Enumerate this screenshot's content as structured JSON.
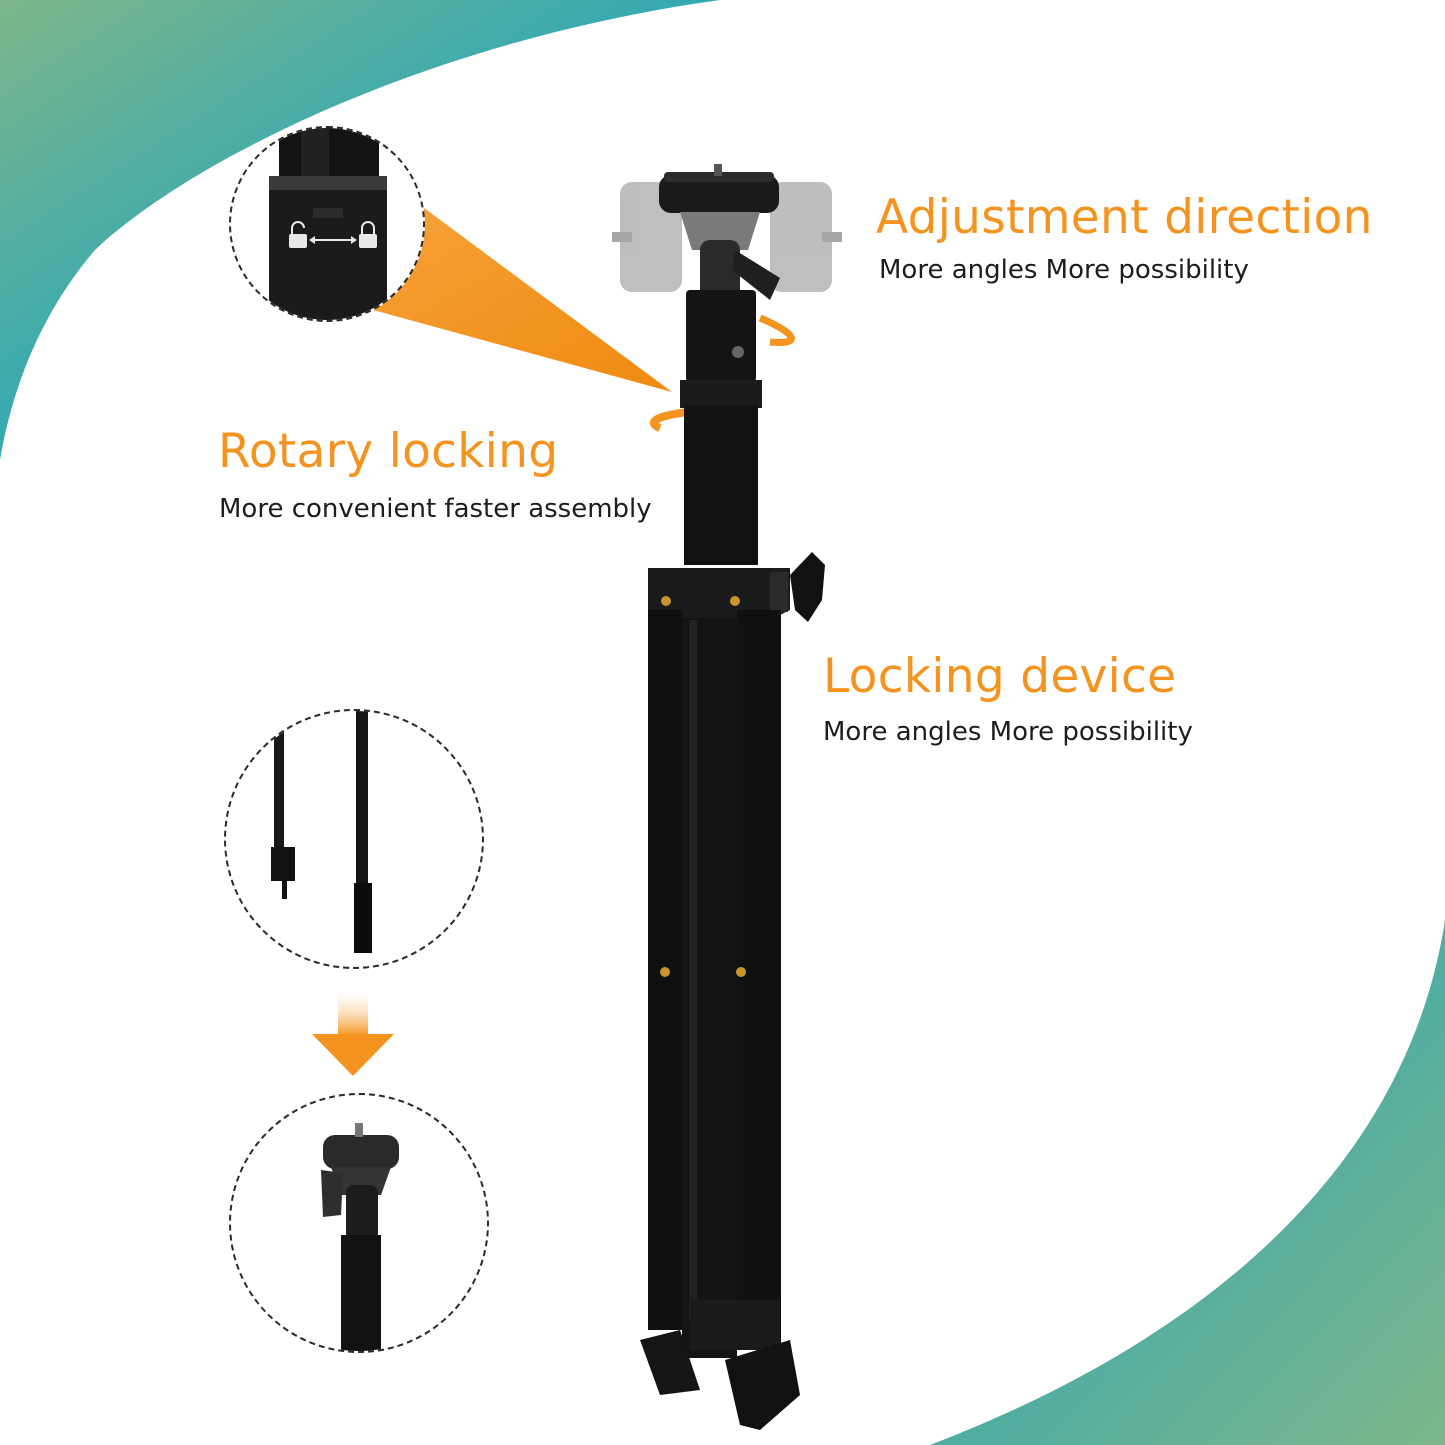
{
  "callouts": {
    "adjustment": {
      "title": "Adjustment direction",
      "subtitle": "More angles More possibility"
    },
    "rotary": {
      "title": "Rotary locking",
      "subtitle": "More convenient faster assembly"
    },
    "locking": {
      "title": "Locking device",
      "subtitle": "More angles More possibility"
    }
  },
  "colors": {
    "accent": "#f5931f",
    "wave_teal": "#2aa7b8",
    "wave_green": "#7db68a",
    "tripod": "#111111",
    "text": "#1d1d1d"
  },
  "icons": [
    "unlock-icon",
    "double-arrow-icon",
    "lock-icon",
    "down-arrow-icon",
    "rotation-arrow-icon"
  ]
}
